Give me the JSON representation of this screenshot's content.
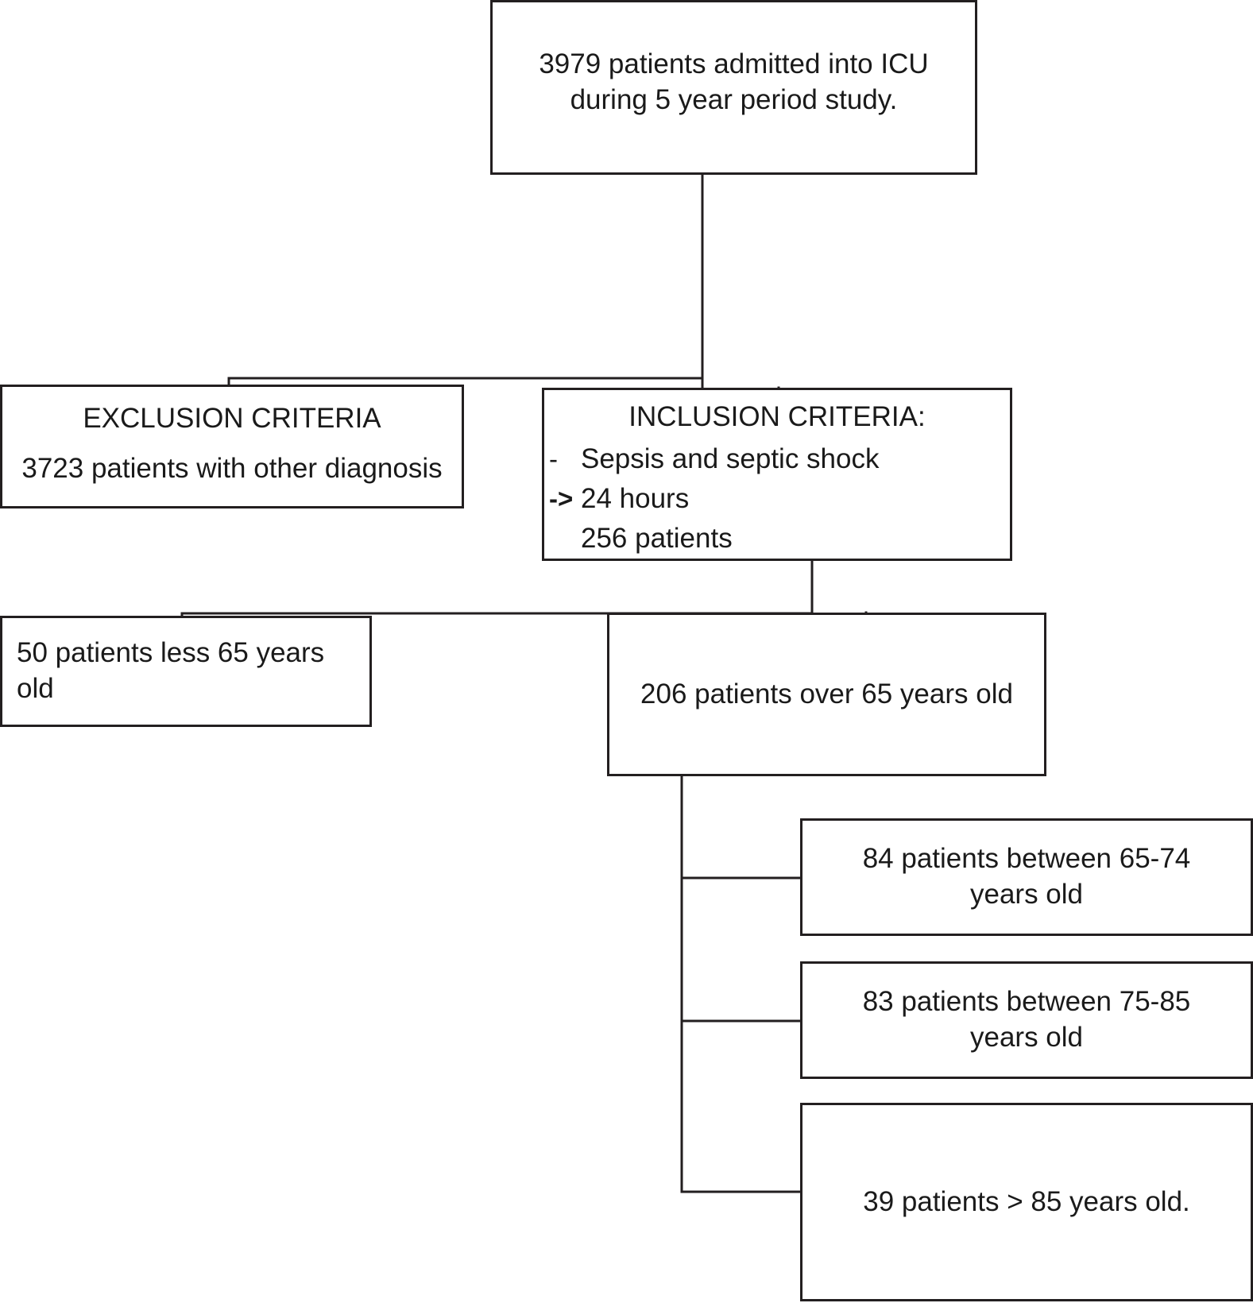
{
  "diagram": {
    "title": "Patient selection flowchart",
    "line_color": "#231f20",
    "background": "#ffffff",
    "nodes": {
      "total": {
        "text": "3979 patients admitted into ICU\nduring 5 year period study."
      },
      "exclusion": {
        "heading": "EXCLUSION CRITERIA",
        "detail": "3723 patients with other diagnosis"
      },
      "inclusion": {
        "heading": "INCLUSION CRITERIA:",
        "criteria": [
          {
            "marker": "-",
            "text": "Sepsis and septic shock"
          },
          {
            "marker": "->",
            "text": "24 hours"
          },
          {
            "marker": "",
            "text": "256 patients"
          }
        ]
      },
      "under65": {
        "text": "50 patients less 65 years old"
      },
      "over65": {
        "text": "206 patients over 65 years old"
      },
      "band_65_74": {
        "text": "84 patients between 65-74\nyears old"
      },
      "band_75_85": {
        "text": "83 patients between 75-85\nyears old"
      },
      "band_over_85": {
        "text": "39 patients > 85 years old."
      }
    }
  },
  "chart_data": {
    "type": "diagram",
    "title": "ICU patient selection flow",
    "nodes": [
      {
        "id": "total",
        "label": "3979 patients admitted into ICU during 5 year period study.",
        "count": 3979
      },
      {
        "id": "exclusion",
        "label": "EXCLUSION CRITERIA 3723 patients with other diagnosis",
        "count": 3723
      },
      {
        "id": "inclusion",
        "label": "INCLUSION CRITERIA: Sepsis and septic shock, 24 hours, 256 patients",
        "count": 256
      },
      {
        "id": "under65",
        "label": "50 patients less 65 years old",
        "count": 50
      },
      {
        "id": "over65",
        "label": "206 patients over 65 years old",
        "count": 206
      },
      {
        "id": "band_65_74",
        "label": "84 patients between 65-74 years old",
        "count": 84
      },
      {
        "id": "band_75_85",
        "label": "83 patients between 75-85 years old",
        "count": 83
      },
      {
        "id": "band_over_85",
        "label": "39 patients > 85 years old.",
        "count": 39
      }
    ],
    "edges": [
      {
        "from": "total",
        "to": "exclusion"
      },
      {
        "from": "total",
        "to": "inclusion"
      },
      {
        "from": "inclusion",
        "to": "under65"
      },
      {
        "from": "inclusion",
        "to": "over65"
      },
      {
        "from": "over65",
        "to": "band_65_74"
      },
      {
        "from": "over65",
        "to": "band_75_85"
      },
      {
        "from": "over65",
        "to": "band_over_85"
      }
    ]
  }
}
